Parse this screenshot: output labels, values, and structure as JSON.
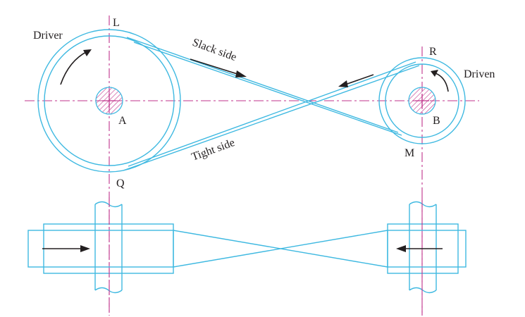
{
  "colors": {
    "belt": "#3fb9e1",
    "centerline": "#c0338b",
    "text": "#231f20",
    "hatch": "#c0338b"
  },
  "labels": {
    "driver": "Driver",
    "driven": "Driven",
    "slack_side": "Slack side",
    "tight_side": "Tight side",
    "point_l": "L",
    "point_q": "Q",
    "point_r": "R",
    "point_m": "M",
    "center_a": "A",
    "center_b": "B"
  }
}
